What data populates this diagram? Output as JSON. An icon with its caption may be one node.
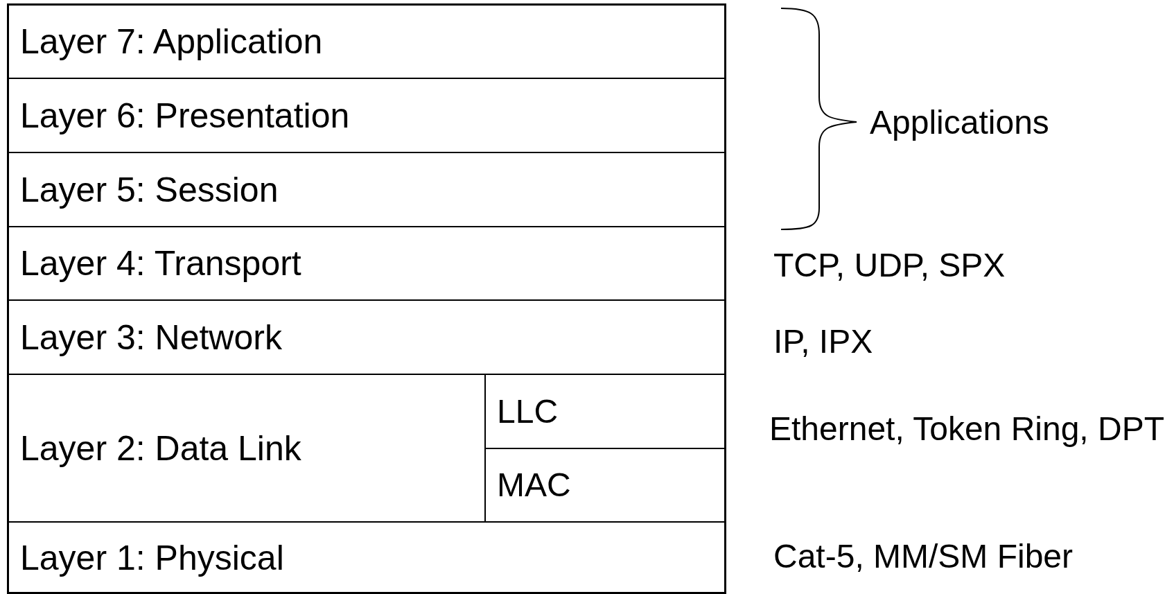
{
  "diagram": {
    "nodes": [
      {
        "text": [
          "Layer 7: Application"
        ]
      },
      {
        "text": [
          "Layer 6: Presentation"
        ]
      },
      {
        "text": [
          "Layer 5: Session"
        ]
      },
      {
        "text": [
          "Layer 4: Transport"
        ]
      },
      {
        "text": [
          "Layer 3: Network"
        ]
      },
      {
        "text": [
          "Layer 2: Data Link"
        ]
      },
      {
        "text": [
          "LLC"
        ],
        "in": 5
      },
      {
        "text": [
          "MAC"
        ],
        "in": 5
      },
      {
        "text": [
          "Layer 1: Physical"
        ]
      }
    ],
    "labels": [
      "Applications",
      "TCP, UDP, SPX",
      "IP, IPX",
      "Ethernet, Token Ring, DPT",
      "Cat-5, MM/SM Fiber"
    ]
  }
}
